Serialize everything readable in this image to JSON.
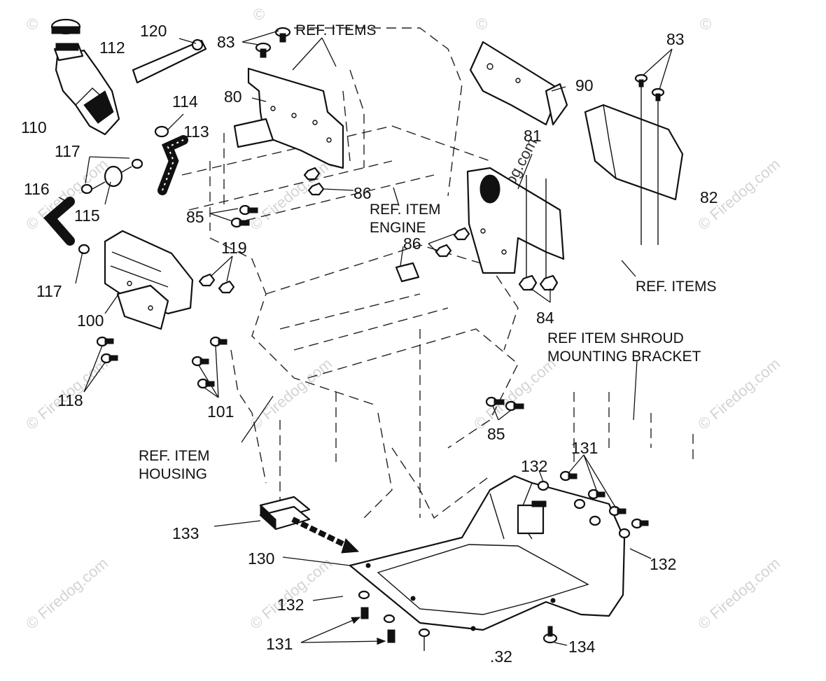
{
  "watermark": {
    "small": "©",
    "brand": "Firedog.com",
    "center": "© Firedog.com"
  },
  "labels": {
    "p120": "120",
    "p83a": "83",
    "ref_items_top": "REF. ITEMS",
    "p83b": "83",
    "p112": "112",
    "p110": "110",
    "p114": "114",
    "p113": "113",
    "p80": "80",
    "p90": "90",
    "p81": "81",
    "p82": "82",
    "p117a": "117",
    "p116": "116",
    "p115": "115",
    "p85a": "85",
    "p86a": "86",
    "ref_item_engine_1": "REF. ITEM",
    "ref_item_engine_2": "ENGINE",
    "p86b": "86",
    "p119": "119",
    "p117b": "117",
    "ref_items_right": "REF. ITEMS",
    "p84": "84",
    "p100": "100",
    "ref_shroud_1": "REF  ITEM SHROUD",
    "ref_shroud_2": "MOUNTING BRACKET",
    "p118": "118",
    "p101": "101",
    "p85b": "85",
    "ref_housing_1": "REF. ITEM",
    "ref_housing_2": "HOUSING",
    "p131a": "131",
    "p132a": "132",
    "p133": "133",
    "p130": "130",
    "p132b": "132",
    "p132c": "132",
    "p131b": "131",
    "p134": "134",
    "p32": ".32"
  }
}
